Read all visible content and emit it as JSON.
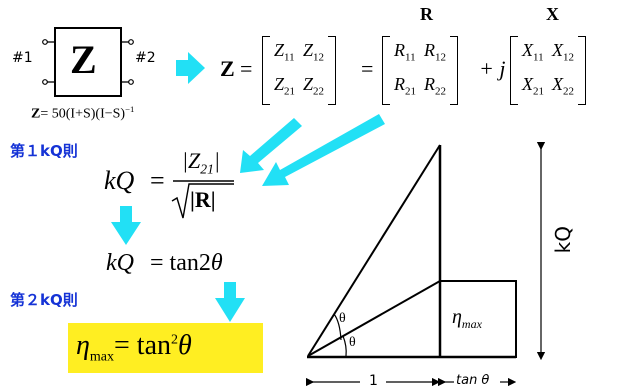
{
  "header": {
    "r_label": "R",
    "x_label": "X"
  },
  "twoport": {
    "box_symbol": "Z",
    "port1": "#1",
    "port2": "#2",
    "formula_lhs": "Z",
    "formula_rhs": "= 50(I+S)(I−S)",
    "formula_exp": "−1"
  },
  "matrix_eq": {
    "lhs": "Z",
    "eq1": "=",
    "eq2": "=",
    "plus_j": "+ j",
    "z_cells": [
      [
        "Z",
        "11"
      ],
      [
        "Z",
        "12"
      ],
      [
        "Z",
        "21"
      ],
      [
        "Z",
        "22"
      ]
    ],
    "r_cells": [
      [
        "R",
        "11"
      ],
      [
        "R",
        "12"
      ],
      [
        "R",
        "21"
      ],
      [
        "R",
        "22"
      ]
    ],
    "x_cells": [
      [
        "X",
        "11"
      ],
      [
        "X",
        "12"
      ],
      [
        "X",
        "21"
      ],
      [
        "X",
        "22"
      ]
    ]
  },
  "rules": {
    "rule1": "第１kQ則",
    "rule2": "第２kQ則"
  },
  "eq_kq1": {
    "lhs": "kQ",
    "eq": "=",
    "numerator": "|Z",
    "num_sub": "21",
    "num_end": "|",
    "denominator": "|R|"
  },
  "eq_kq2": {
    "lhs": "kQ",
    "eq": "= tan2",
    "theta": "θ"
  },
  "eta_box": {
    "eta": "η",
    "eta_sub": "max",
    "rhs": "= tan",
    "exp": "2",
    "theta": "θ",
    "bg_color": "#ffee22"
  },
  "triangle_fig": {
    "theta_upper": "θ",
    "theta_lower": "θ",
    "eta": "η",
    "eta_sub": "max",
    "kq_label": "kQ",
    "base_label": "1",
    "tan_label": "tan θ"
  },
  "colors": {
    "arrow": "#22e0f5",
    "blue_text": "#1533d6",
    "highlight": "#ffee22"
  }
}
